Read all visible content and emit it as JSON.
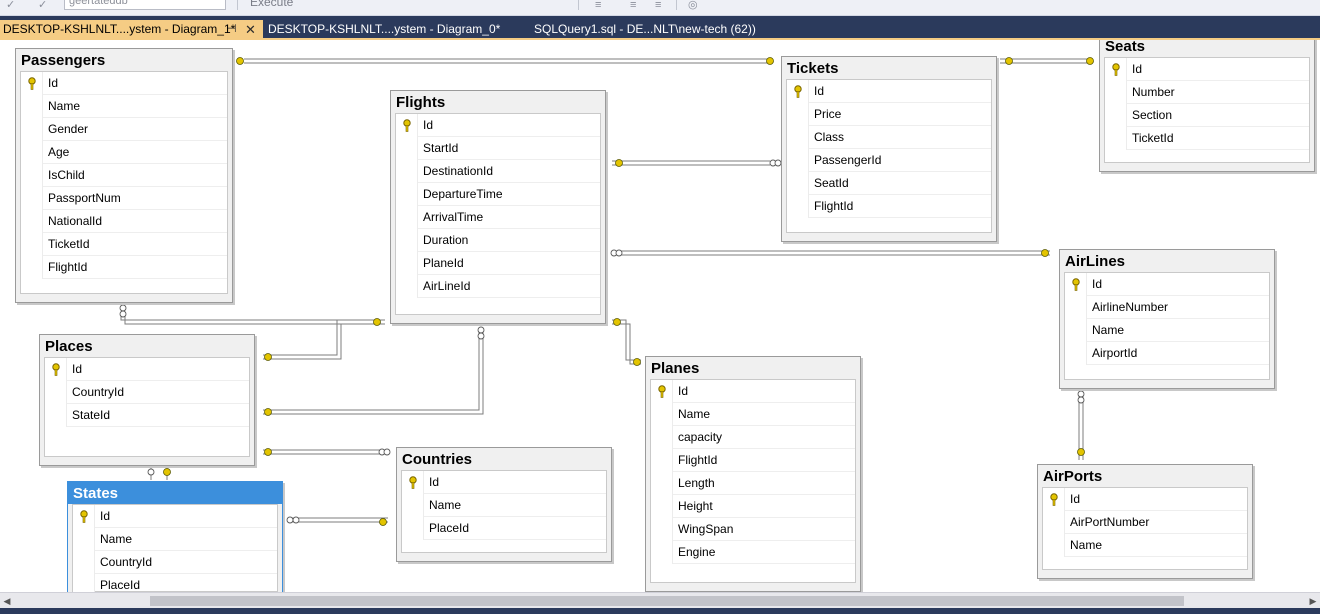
{
  "toolbar": {
    "database_value": "geertateddb",
    "execute_label": "Execute"
  },
  "tabs": [
    {
      "label": "DESKTOP-KSHLNLT....ystem - Diagram_1*",
      "active": true
    },
    {
      "label": "DESKTOP-KSHLNLT....ystem - Diagram_0*",
      "active": false
    },
    {
      "label": "SQLQuery1.sql - DE...NLT\\new-tech (62))",
      "active": false
    }
  ],
  "tab_icons": {
    "pin": "pin-icon",
    "close": "close-icon"
  },
  "colors": {
    "tab_active": "#f5cc84",
    "tabbar": "#2b3a5c",
    "selected_header": "#3c8fdc",
    "key": "#e3c400",
    "relationship_line": "#7d7d7d"
  },
  "tables": {
    "passengers": {
      "title": "Passengers",
      "columns": [
        "Id",
        "Name",
        "Gender",
        "Age",
        "IsChild",
        "PassportNum",
        "NationalId",
        "TicketId",
        "FlightId"
      ]
    },
    "flights": {
      "title": "Flights",
      "columns": [
        "Id",
        "StartId",
        "DestinationId",
        "DepartureTime",
        "ArrivalTime",
        "Duration",
        "PlaneId",
        "AirLineId"
      ]
    },
    "tickets": {
      "title": "Tickets",
      "columns": [
        "Id",
        "Price",
        "Class",
        "PassengerId",
        "SeatId",
        "FlightId"
      ]
    },
    "seats": {
      "title": "Seats",
      "columns": [
        "Id",
        "Number",
        "Section",
        "TicketId"
      ]
    },
    "airlines": {
      "title": "AirLines",
      "columns": [
        "Id",
        "AirlineNumber",
        "Name",
        "AirportId"
      ]
    },
    "places": {
      "title": "Places",
      "columns": [
        "Id",
        "CountryId",
        "StateId"
      ]
    },
    "countries": {
      "title": "Countries",
      "columns": [
        "Id",
        "Name",
        "PlaceId"
      ]
    },
    "planes": {
      "title": "Planes",
      "columns": [
        "Id",
        "Name",
        "capacity",
        "FlightId",
        "Length",
        "Height",
        "WingSpan",
        "Engine"
      ]
    },
    "states": {
      "title": "States",
      "columns": [
        "Id",
        "Name",
        "CountryId",
        "PlaceId"
      ],
      "selected": true
    },
    "airports": {
      "title": "AirPorts",
      "columns": [
        "Id",
        "AirPortNumber",
        "Name"
      ]
    }
  },
  "primary_key_icon": "key-icon"
}
